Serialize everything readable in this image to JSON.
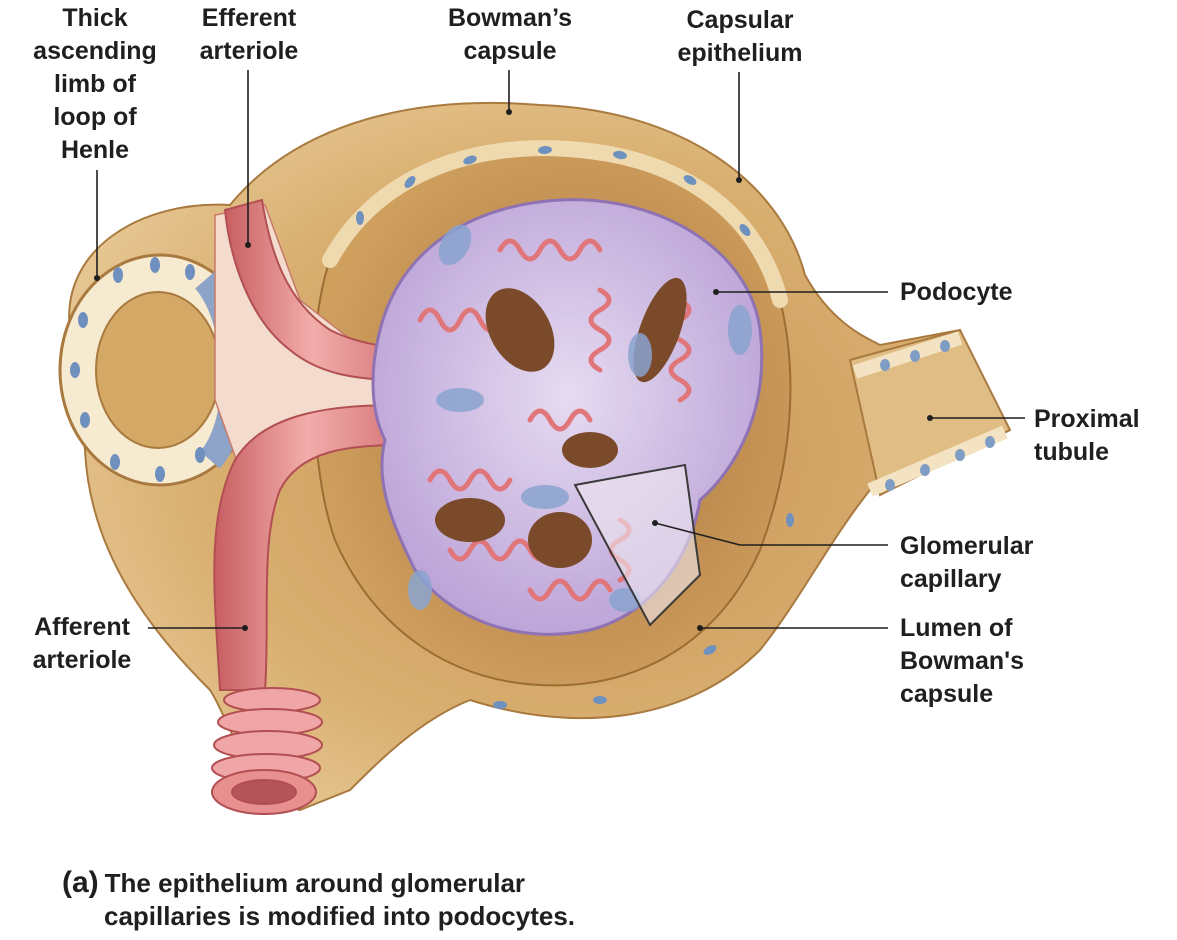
{
  "labels": {
    "thick_ascending_limb": [
      "Thick",
      "ascending",
      "limb of",
      "loop of",
      "Henle"
    ],
    "efferent_arteriole": [
      "Efferent",
      "arteriole"
    ],
    "bowmans_capsule": [
      "Bowman’s",
      "capsule"
    ],
    "capsular_epithelium": [
      "Capsular",
      "epithelium"
    ],
    "podocyte": [
      "Podocyte"
    ],
    "proximal_tubule": [
      "Proximal",
      "tubule"
    ],
    "glomerular_capillary": [
      "Glomerular",
      "capillary"
    ],
    "lumen_of_bowmans_capsule": [
      "Lumen of",
      "Bowman's",
      "capsule"
    ],
    "afferent_arteriole": [
      "Afferent",
      "arteriole"
    ]
  },
  "caption": {
    "tag": "(a)",
    "line1": "The epithelium around glomerular",
    "line2": "capillaries is modified into podocytes."
  },
  "colors": {
    "capsule_tan": "#d9b071",
    "capsule_dark": "#b98a4a",
    "cell_cream": "#f7ebcf",
    "nucleus_blue": "#7f9cc4",
    "arteriole_pink": "#e58d8d",
    "arteriole_dark": "#c85e61",
    "podocyte_lilac": "#cbb6e0",
    "podocyte_dark": "#8e72b3",
    "leader_line": "#1f1f1f"
  }
}
